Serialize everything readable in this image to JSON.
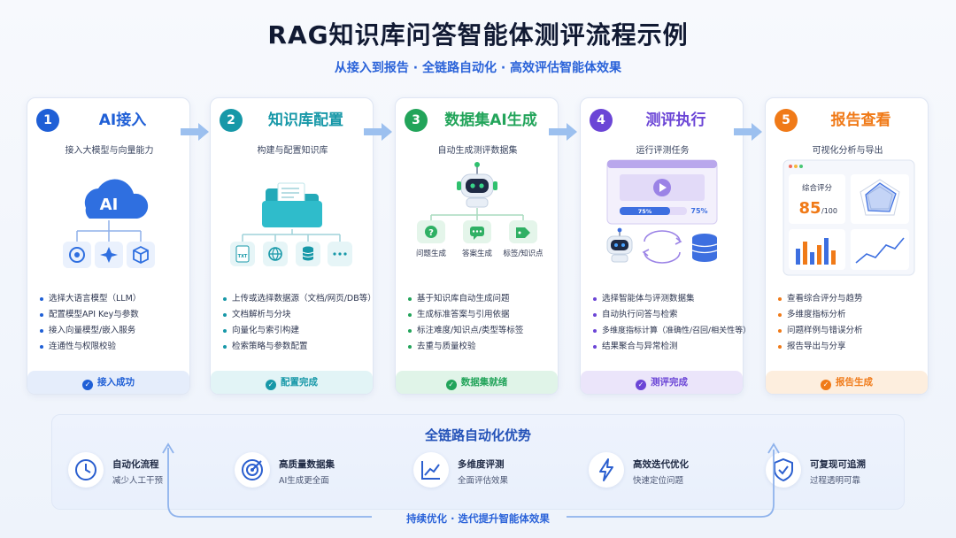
{
  "title": "RAG知识库问答智能体测评流程示例",
  "subtitle": "从接入到报告 · 全链路自动化 · 高效评估智能体效果",
  "stages": [
    {
      "num": "1",
      "title": "AI接入",
      "desc": "接入大模型与向量能力",
      "color": "#1f5fd6",
      "illus_label": "AI",
      "bullets": [
        "选择大语言模型（LLM）",
        "配置模型API Key与参数",
        "接入向量模型/嵌入服务",
        "连通性与权限校验"
      ],
      "footer": "接入成功"
    },
    {
      "num": "2",
      "title": "知识库配置",
      "desc": "构建与配置知识库",
      "color": "#1798a8",
      "illus_label": "TXT",
      "bullets": [
        "上传或选择数据源（文档/网页/DB等）",
        "文档解析与分块",
        "向量化与索引构建",
        "检索策略与参数配置"
      ],
      "footer": "配置完成"
    },
    {
      "num": "3",
      "title": "数据集AI生成",
      "desc": "自动生成测评数据集",
      "color": "#22a45a",
      "sub_labels": [
        "问题生成",
        "答案生成",
        "标签/知识点"
      ],
      "bullets": [
        "基于知识库自动生成问题",
        "生成标准答案与引用依据",
        "标注难度/知识点/类型等标签",
        "去重与质量校验"
      ],
      "footer": "数据集就绪"
    },
    {
      "num": "4",
      "title": "测评执行",
      "desc": "运行评测任务",
      "color": "#6b45d6",
      "progress_text": "75%",
      "progress_value": 75,
      "bullets": [
        "选择智能体与评测数据集",
        "自动执行问答与检索",
        "多维度指标计算（准确性/召回/相关性等）",
        "结果聚合与异常检测"
      ],
      "footer": "测评完成"
    },
    {
      "num": "5",
      "title": "报告查看",
      "desc": "可视化分析与导出",
      "color": "#f07a18",
      "score_label": "综合评分",
      "score_value": "85",
      "score_total": "/100",
      "bullets": [
        "查看综合评分与趋势",
        "多维度指标分析",
        "问题样例与错误分析",
        "报告导出与分享"
      ],
      "footer": "报告生成"
    }
  ],
  "advantages": {
    "title": "全链路自动化优势",
    "items": [
      {
        "name": "自动化流程",
        "sub": "减少人工干预",
        "icon": "clock-icon"
      },
      {
        "name": "高质量数据集",
        "sub": "AI生成更全面",
        "icon": "target-icon"
      },
      {
        "name": "多维度评测",
        "sub": "全面评估效果",
        "icon": "chart-icon"
      },
      {
        "name": "高效迭代优化",
        "sub": "快速定位问题",
        "icon": "lightning-icon"
      },
      {
        "name": "可复现可追溯",
        "sub": "过程透明可靠",
        "icon": "shield-check-icon"
      }
    ]
  },
  "loop_label": "持续优化 · 迭代提升智能体效果"
}
